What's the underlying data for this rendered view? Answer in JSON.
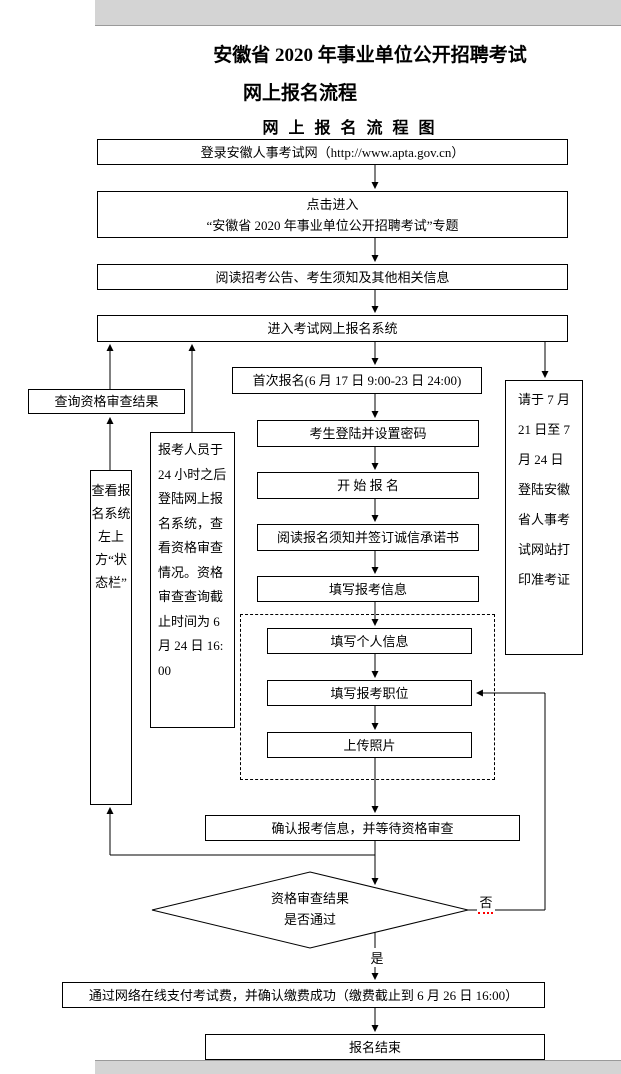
{
  "colors": {
    "page_background": "#ffffff",
    "outside_background": "#d4d4d4",
    "line_color": "#000000",
    "proofing_mark": "#ff0000"
  },
  "header": {
    "title_line1": "安徽省 2020 年事业单位公开招聘考试",
    "title_line2": "网上报名流程",
    "diagram_title": "网 上 报 名 流 程 图"
  },
  "flow": {
    "login": "登录安徽人事考试网（http://www.apta.gov.cn）",
    "click_enter_line1": "点击进入",
    "click_enter_line2": "“安徽省 2020 年事业单位公开招聘考试”专题",
    "read_notice": "阅读招考公告、考生须知及其他相关信息",
    "enter_system": "进入考试网上报名系统",
    "first_register": "首次报名(6 月 17 日 9:00-23 日 24:00)",
    "set_password": "考生登陆并设置密码",
    "start_register": "开 始 报 名",
    "sign_commitment": "阅读报名须知并签订诚信承诺书",
    "fill_info": "填写报考信息",
    "fill_personal": "填写个人信息",
    "fill_position": "填写报考职位",
    "upload_photo": "上传照片",
    "confirm_wait": "确认报考信息，并等待资格审查",
    "decision_line1": "资格审查结果",
    "decision_line2": "是否通过",
    "label_yes": "是",
    "label_no": "否",
    "pay_fee": "通过网络在线支付考试费，并确认缴费成功（缴费截止到 6 月 26 日 16:00）",
    "finish": "报名结束"
  },
  "side_notes": {
    "query_result": "查询资格审查结果",
    "status_bar": "查看报名系统左上方“状态栏”",
    "review_note": "报考人员于 24 小时之后登陆网上报名系统，查看资格审查情况。资格审查查询截止时间为 6 月 24 日 16:00",
    "print_ticket": "请于 7 月 21 日至 7 月 24 日登陆安徽省人事考试网站打印准考证"
  }
}
